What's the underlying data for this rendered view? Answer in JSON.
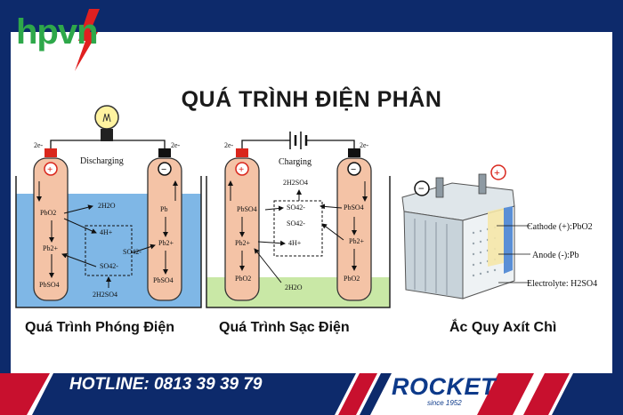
{
  "brand": {
    "logo_text": "hpvn"
  },
  "title": "QUÁ TRÌNH ĐIỆN PHÂN",
  "discharge": {
    "mode_label": "Discharging",
    "electron_left": "2e-",
    "electron_right": "2e-",
    "plus_symbol": "+",
    "minus_symbol": "−",
    "pbo2": "PbO2",
    "pb2_left": "Pb2+",
    "pbso4_left": "PbSO4",
    "pb": "Pb",
    "pb2_right": "Pb2+",
    "pbso4_right": "PbSO4",
    "h2o": "2H2O",
    "h_plus": "4H+",
    "so4_top": "SO42-",
    "so4_bottom": "SO42-",
    "h2so4": "2H2SO4",
    "caption": "Quá Trình Phóng Điện"
  },
  "charge": {
    "mode_label": "Charging",
    "electron_left": "2e-",
    "electron_right": "2e-",
    "plus_symbol": "+",
    "minus_symbol": "−",
    "h2so4": "2H2SO4",
    "pbso4_left": "PbSO4",
    "pb2_left": "Pb2+",
    "pbo2": "PbO2",
    "so4_top": "SO42-",
    "so4_bottom": "SO42-",
    "h_plus": "4H+",
    "pbso4_right": "PbSO4",
    "pb2_right": "Pb2+",
    "pb": "PbO2",
    "h2o": "2H2O",
    "caption": "Quá Trình Sạc Điện"
  },
  "battery": {
    "minus_symbol": "−",
    "plus_symbol": "+",
    "cathode": "Cathode (+):PbO2",
    "anode": "Anode (-):Pb",
    "electrolyte": "Electrolyte: H2SO4",
    "caption": "Ắc Quy Axít Chì"
  },
  "footer": {
    "hotline": "HOTLINE: 0813 39 39 79",
    "brand": "ROCKET",
    "since": "since 1952"
  },
  "colors": {
    "navy": "#0d2a6b",
    "green_logo": "#2ea84a",
    "electrolyte_blue": "#7fb7e6",
    "electrolyte_green": "#c9e8a6",
    "electrode": "#f4c3a6",
    "terminal_red": "#d9261c",
    "footer_red": "#c8102e"
  }
}
